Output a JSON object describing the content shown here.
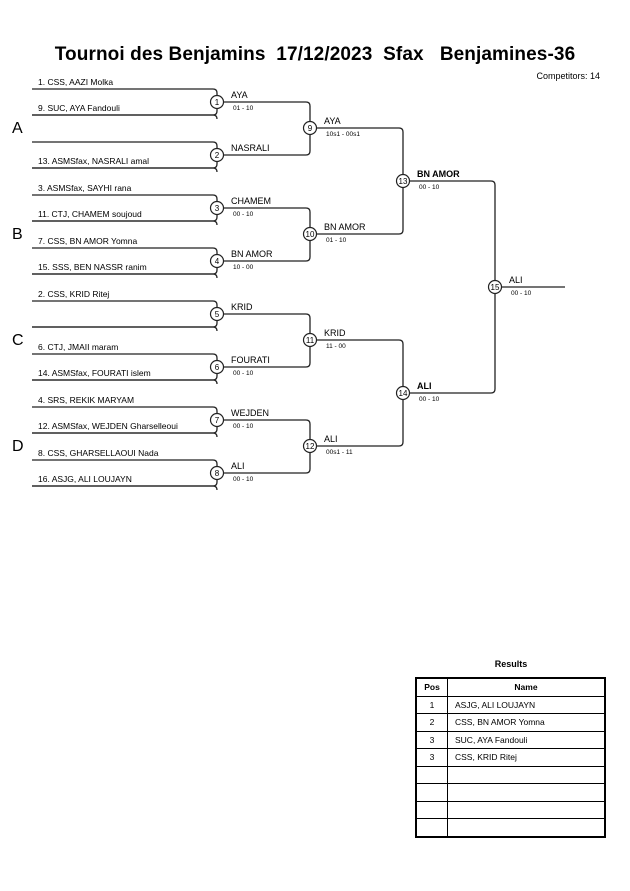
{
  "header": {
    "title": "Tournoi des Benjamins  17/12/2023  Sfax   Benjamines-36",
    "competitors": "Competitors: 14"
  },
  "groups": [
    "A",
    "B",
    "C",
    "D"
  ],
  "entries": [
    {
      "label": "1. CSS, AAZI Molka"
    },
    {
      "label": "9. SUC, AYA Fandouli"
    },
    {
      "label": ""
    },
    {
      "label": "13. ASMSfax, NASRALI amal"
    },
    {
      "label": "3. ASMSfax, SAYHI rana"
    },
    {
      "label": "11. CTJ, CHAMEM soujoud"
    },
    {
      "label": "7. CSS, BN AMOR Yomna"
    },
    {
      "label": "15. SSS, BEN NASSR ranim"
    },
    {
      "label": "2. CSS, KRID Ritej"
    },
    {
      "label": ""
    },
    {
      "label": "6. CTJ, JMAII maram"
    },
    {
      "label": "14. ASMSfax, FOURATI islem"
    },
    {
      "label": "4. SRS, REKIK MARYAM"
    },
    {
      "label": "12. ASMSfax, WEJDEN Gharselleoui"
    },
    {
      "label": "8. CSS, GHARSELLAOUI Nada"
    },
    {
      "label": "16. ASJG, ALI LOUJAYN"
    }
  ],
  "matches": [
    {
      "num": "1",
      "winner": "AYA",
      "score": "01 - 10"
    },
    {
      "num": "2",
      "winner": "NASRALI",
      "score": ""
    },
    {
      "num": "3",
      "winner": "CHAMEM",
      "score": "00 - 10"
    },
    {
      "num": "4",
      "winner": "BN AMOR",
      "score": "10 - 00"
    },
    {
      "num": "5",
      "winner": "KRID",
      "score": ""
    },
    {
      "num": "6",
      "winner": "FOURATI",
      "score": "00 - 10"
    },
    {
      "num": "7",
      "winner": "WEJDEN",
      "score": "00 - 10"
    },
    {
      "num": "8",
      "winner": "ALI",
      "score": "00 - 10"
    },
    {
      "num": "9",
      "winner": "AYA",
      "score": "10s1 - 00s1"
    },
    {
      "num": "10",
      "winner": "BN AMOR",
      "score": "01 - 10"
    },
    {
      "num": "11",
      "winner": "KRID",
      "score": "11 - 00"
    },
    {
      "num": "12",
      "winner": "ALI",
      "score": "00s1 - 11"
    },
    {
      "num": "13",
      "winner": "BN AMOR",
      "score": "00 - 10"
    },
    {
      "num": "14",
      "winner": "ALI",
      "score": "00 - 10"
    },
    {
      "num": "15",
      "winner": "ALI",
      "score": "00 - 10"
    }
  ],
  "results": {
    "title": "Results",
    "headers": {
      "pos": "Pos",
      "name": "Name"
    },
    "rows": [
      {
        "pos": "1",
        "name": "ASJG, ALI LOUJAYN"
      },
      {
        "pos": "2",
        "name": "CSS, BN AMOR Yomna"
      },
      {
        "pos": "3",
        "name": "SUC, AYA Fandouli"
      },
      {
        "pos": "3",
        "name": "CSS, KRID Ritej"
      },
      {
        "pos": "",
        "name": ""
      },
      {
        "pos": "",
        "name": ""
      },
      {
        "pos": "",
        "name": ""
      },
      {
        "pos": "",
        "name": ""
      }
    ]
  }
}
